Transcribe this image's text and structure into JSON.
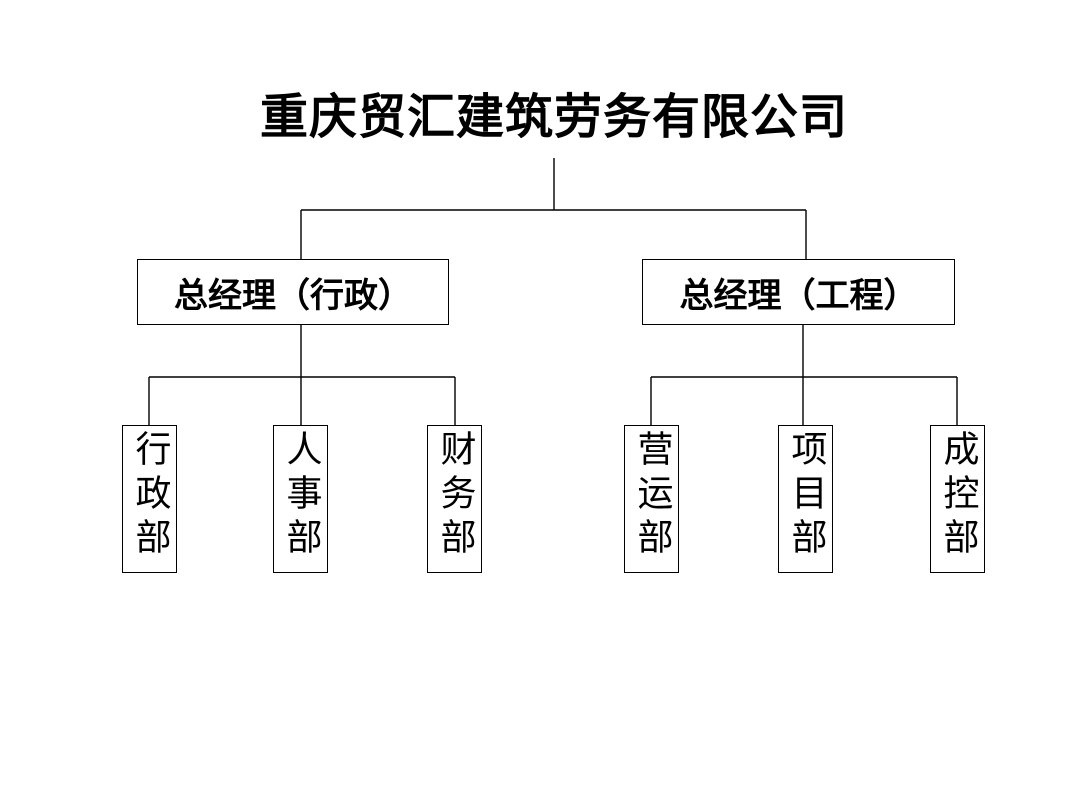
{
  "org_chart": {
    "company": "重庆贸汇建筑劳务有限公司",
    "managers": [
      {
        "label": "总经理（行政）"
      },
      {
        "label": "总经理（工程）"
      }
    ],
    "departments": [
      {
        "label": "行政部"
      },
      {
        "label": "人事部"
      },
      {
        "label": "财务部"
      },
      {
        "label": "营运部"
      },
      {
        "label": "项目部"
      },
      {
        "label": "成控部"
      }
    ]
  }
}
